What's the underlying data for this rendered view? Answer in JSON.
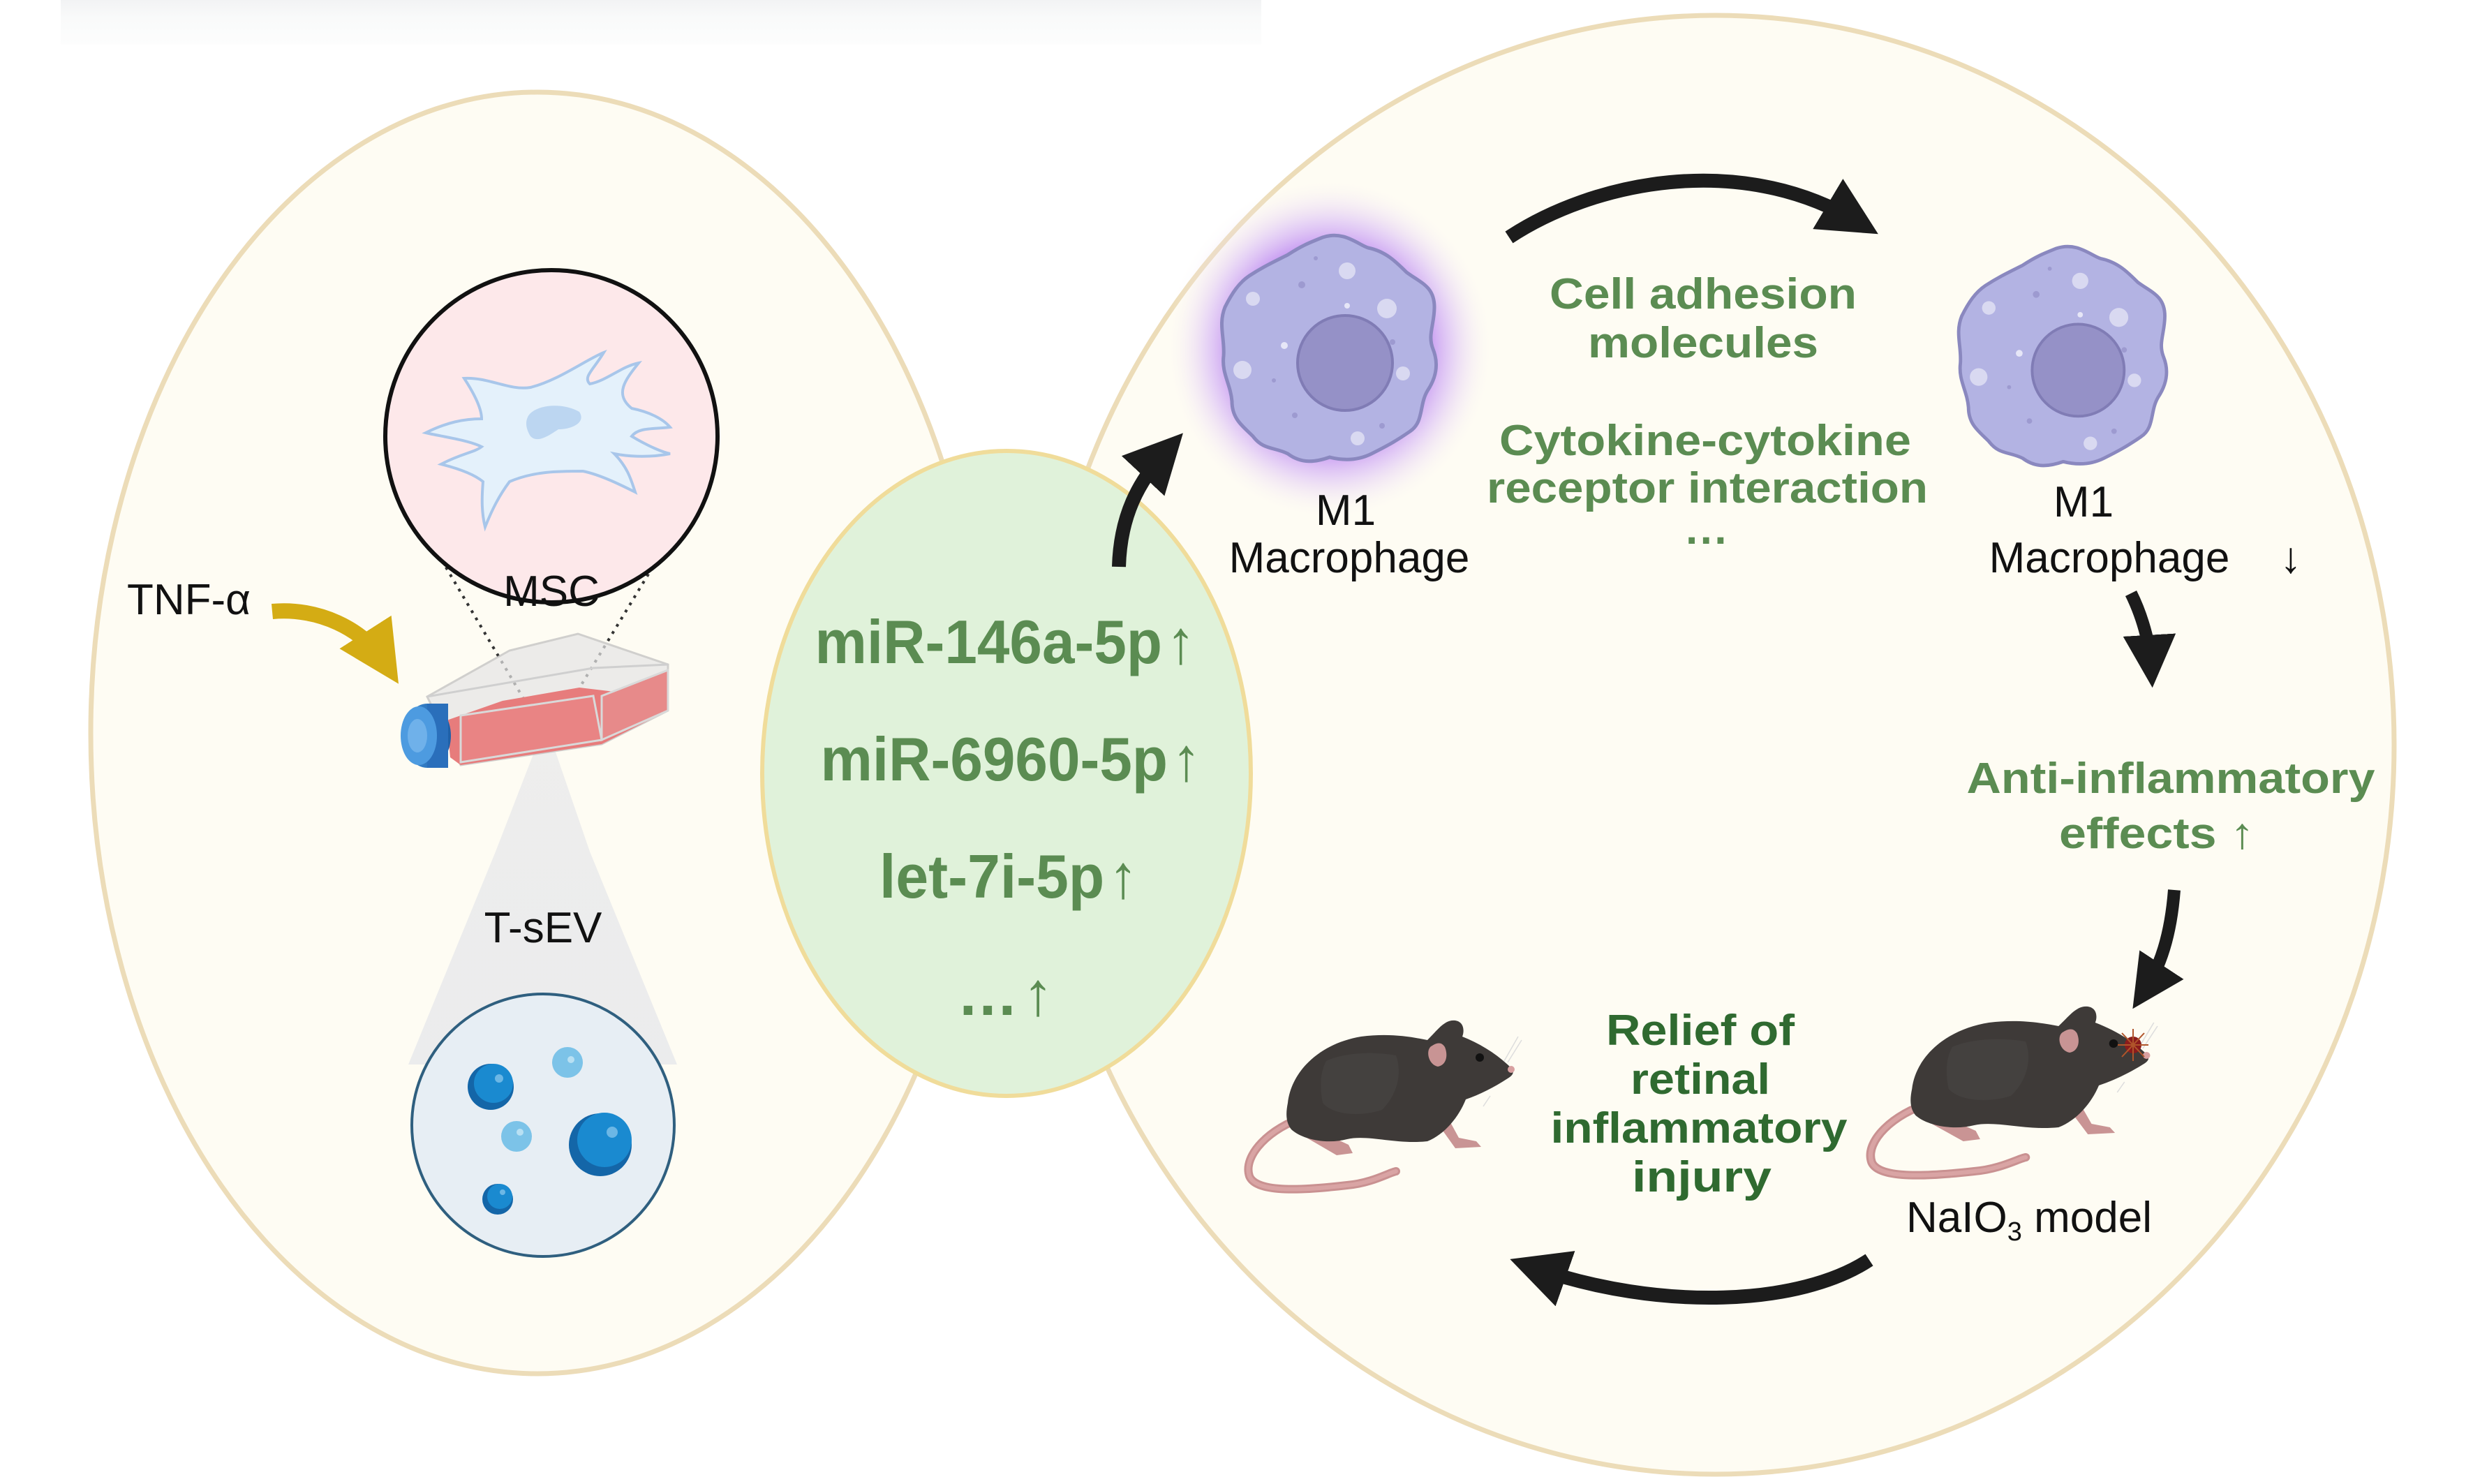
{
  "figure": {
    "left_panel": {
      "stimulus_label": "TNF-α",
      "cell_label": "MSC",
      "vesicle_label": "T-sEV"
    },
    "mirna_panel": {
      "items": [
        {
          "name": "miR-146a-5p",
          "trend": "↑"
        },
        {
          "name": "miR-6960-5p",
          "trend": "↑"
        },
        {
          "name": "let-7i-5p",
          "trend": "↑"
        },
        {
          "name": "…",
          "trend": "↑"
        }
      ]
    },
    "right_panel": {
      "macrophage_before": {
        "line1": "M1",
        "line2": "Macrophage"
      },
      "macrophage_after": {
        "line1": "M1",
        "line2": "Macrophage",
        "trend": "↓"
      },
      "pathways": {
        "line1": "Cell adhesion",
        "line2": "molecules",
        "line3": "Cytokine-cytokine",
        "line4": "receptor interaction",
        "line5": "···"
      },
      "effect": {
        "line1": "Anti-inflammatory",
        "line2": "effects ↑"
      },
      "model_label": {
        "main": "NaIO",
        "subscript": "3",
        "suffix": " model"
      },
      "outcome": {
        "line1": "Relief of",
        "line2": "retinal",
        "line3": "inflammatory",
        "line4": "injury"
      }
    },
    "colors": {
      "panel_fill": "#fefcf3",
      "panel_stroke": "#ecdcb8",
      "mirna_fill": "#e0f2da",
      "mirna_stroke": "#f0dc9a",
      "green_text": "#5b8c52",
      "dark_green_text": "#2f6a30",
      "arrow": "#1c1c1c",
      "stimulus_arrow": "#d4ac14",
      "macrophage_body": "#b3b3e3",
      "macrophage_nucleus": "#9591c7",
      "macrophage_glow": "#b57af0"
    }
  }
}
